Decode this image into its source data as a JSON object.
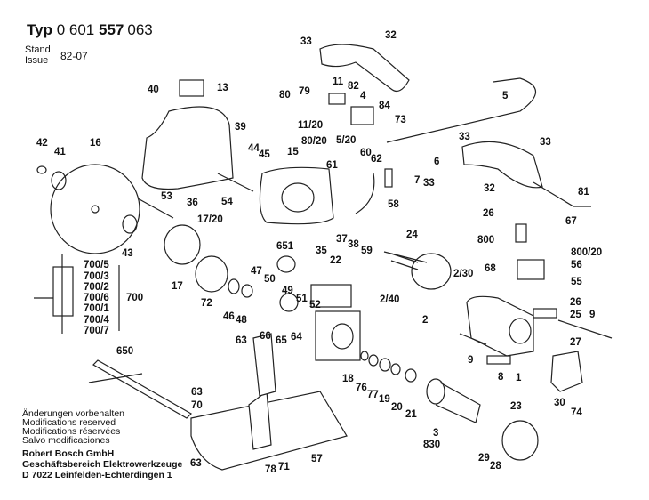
{
  "header": {
    "typ_label": "Typ",
    "typ_number_a": "0 601",
    "typ_number_b": "557",
    "typ_number_c": "063",
    "stand_label": "Stand",
    "issue_label": "Issue",
    "issue_value": "82-07"
  },
  "part_labels": [
    "33",
    "32",
    "40",
    "13",
    "80",
    "79",
    "11",
    "82",
    "4",
    "84",
    "11/20",
    "5",
    "73",
    "5/20",
    "80/20",
    "39",
    "44",
    "45",
    "42",
    "41",
    "16",
    "15",
    "61",
    "60",
    "62",
    "33",
    "33",
    "6",
    "7",
    "33",
    "32",
    "58",
    "53",
    "36",
    "54",
    "17/20",
    "81",
    "26",
    "67",
    "800",
    "800/20",
    "651",
    "35",
    "22",
    "37",
    "38",
    "59",
    "24",
    "43",
    "68",
    "56",
    "2/30",
    "55",
    "17",
    "47",
    "50",
    "49",
    "51",
    "52",
    "72",
    "46",
    "48",
    "2/40",
    "26",
    "25",
    "9",
    "2",
    "9",
    "27",
    "8",
    "1",
    "63",
    "66",
    "65",
    "64",
    "18",
    "76",
    "77",
    "19",
    "20",
    "21",
    "30",
    "74",
    "23",
    "3",
    "830",
    "29",
    "28",
    "650",
    "63",
    "70",
    "63",
    "78",
    "71",
    "57"
  ],
  "group_700": {
    "items": [
      "700/5",
      "700/3",
      "700/2",
      "700/6",
      "700/1",
      "700/4",
      "700/7"
    ],
    "total": "700"
  },
  "footer": {
    "notes": [
      "Änderungen vorbehalten",
      "Modifications reserved",
      "Modifications réservées",
      "Salvo modificaciones"
    ],
    "company": [
      "Robert Bosch GmbH",
      "Geschäftsbereich Elektrowerkzeuge",
      "D 7022 Leinfelden-Echterdingen 1"
    ]
  }
}
